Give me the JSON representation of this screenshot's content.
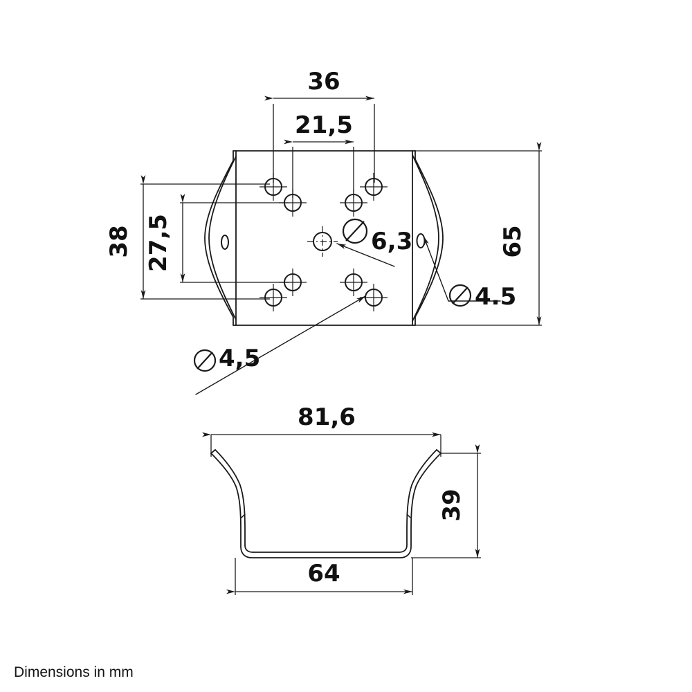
{
  "drawing": {
    "caption": "Dimensions in mm",
    "units": "mm",
    "line_color": "#1a1a1a",
    "background": "#ffffff",
    "views": [
      {
        "name": "front-view",
        "description": "Mounting plate front view with hole pattern and curved side flanges"
      },
      {
        "name": "section-view",
        "description": "U-shaped channel cross-section profile with flared top edges"
      }
    ],
    "dimensions": {
      "top_width_outer": "36",
      "top_width_inner": "21,5",
      "left_height_outer": "38",
      "left_height_inner": "27,5",
      "right_height": "65",
      "center_hole_dia": "6,3",
      "corner_hole_dia": "4,5",
      "flange_slot_dia": "4.5",
      "profile_width_outer": "81,6",
      "profile_width_inner": "64",
      "profile_height": "39"
    },
    "symbols": {
      "diameter": "⌀"
    }
  }
}
